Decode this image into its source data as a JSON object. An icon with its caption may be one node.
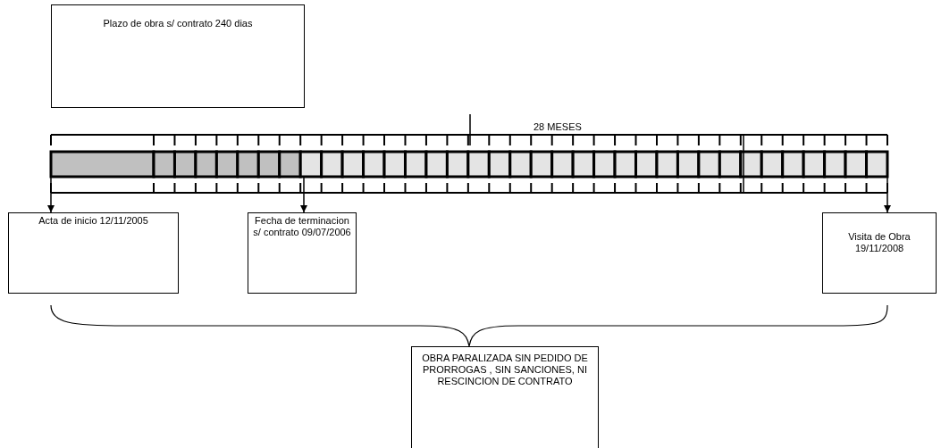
{
  "diagram": {
    "nodes": [
      {
        "text": [
          "Plazo de obra s/ contrato 240 dias"
        ]
      },
      {
        "text": [],
        "shape": "bar"
      },
      {
        "text": [
          "Acta de inicio 12/11/2005"
        ]
      },
      {
        "text": [
          "Fecha de terminacion s/ contrato 09/07/2006"
        ]
      },
      {
        "text": [
          "Visita de Obra 19/11/2008"
        ]
      },
      {
        "text": [
          "OBRA PARALIZADA SIN PEDIDO DE PRORROGAS , SIN SANCIONES, NI RESCINCION DE CONTRATO"
        ]
      }
    ],
    "edges": [
      {
        "from": 1,
        "to": 2,
        "arrow": "to"
      },
      {
        "from": 1,
        "to": 3,
        "arrow": "to"
      },
      {
        "from": 1,
        "to": 4,
        "arrow": "to"
      }
    ],
    "labels": [
      "28 MESES"
    ]
  }
}
